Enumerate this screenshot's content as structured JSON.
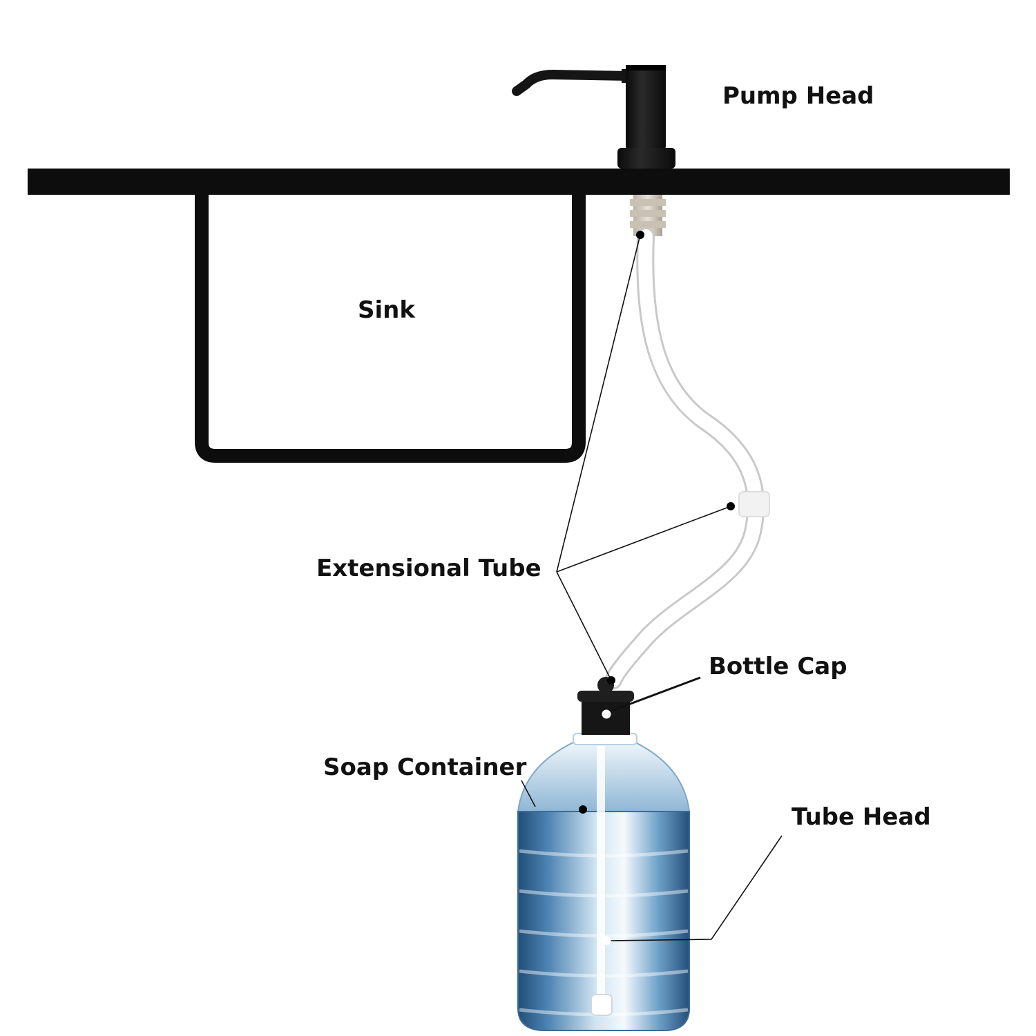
{
  "labels": {
    "pump_head": "Pump Head",
    "sink": "Sink",
    "extensional_tube": "Extensional Tube",
    "bottle_cap": "Bottle Cap",
    "soap_container": "Soap Container",
    "tube_head": "Tube Head"
  },
  "colors": {
    "ink": "#111111",
    "countertop": "#0d0d0d",
    "pump_body": "#1c1c1c",
    "threaded_shank": "#d8d2c4",
    "tube": "#ffffff",
    "water_dark": "#2d5f8a",
    "water_mid": "#6fa3c8",
    "water_light": "#dcebf5"
  }
}
